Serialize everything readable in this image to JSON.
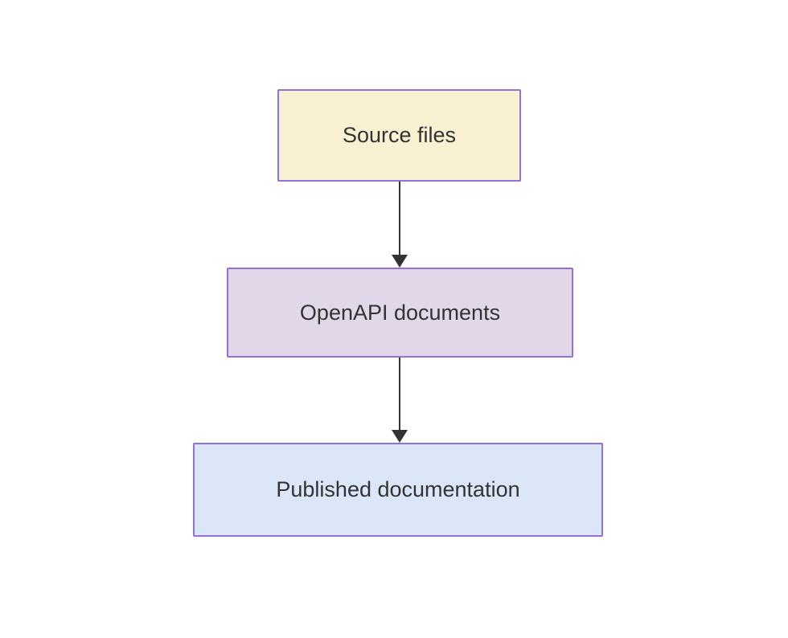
{
  "diagram": {
    "type": "flowchart",
    "direction": "top-down",
    "background_color": "#ffffff",
    "node_border_color": "#9370db",
    "node_text_color": "#333333",
    "edge_color": "#333333",
    "nodes": [
      {
        "id": "source-files",
        "label": "Source files",
        "fill_color": "#faf1d3"
      },
      {
        "id": "openapi-documents",
        "label": "OpenAPI documents",
        "fill_color": "#e1d7e9"
      },
      {
        "id": "published-documentation",
        "label": "Published documentation",
        "fill_color": "#dbe6f8"
      }
    ],
    "edges": [
      {
        "from": "source-files",
        "to": "openapi-documents",
        "style": "solid",
        "arrowhead": "filled-triangle-down"
      },
      {
        "from": "openapi-documents",
        "to": "published-documentation",
        "style": "solid",
        "arrowhead": "filled-triangle-down"
      }
    ]
  }
}
